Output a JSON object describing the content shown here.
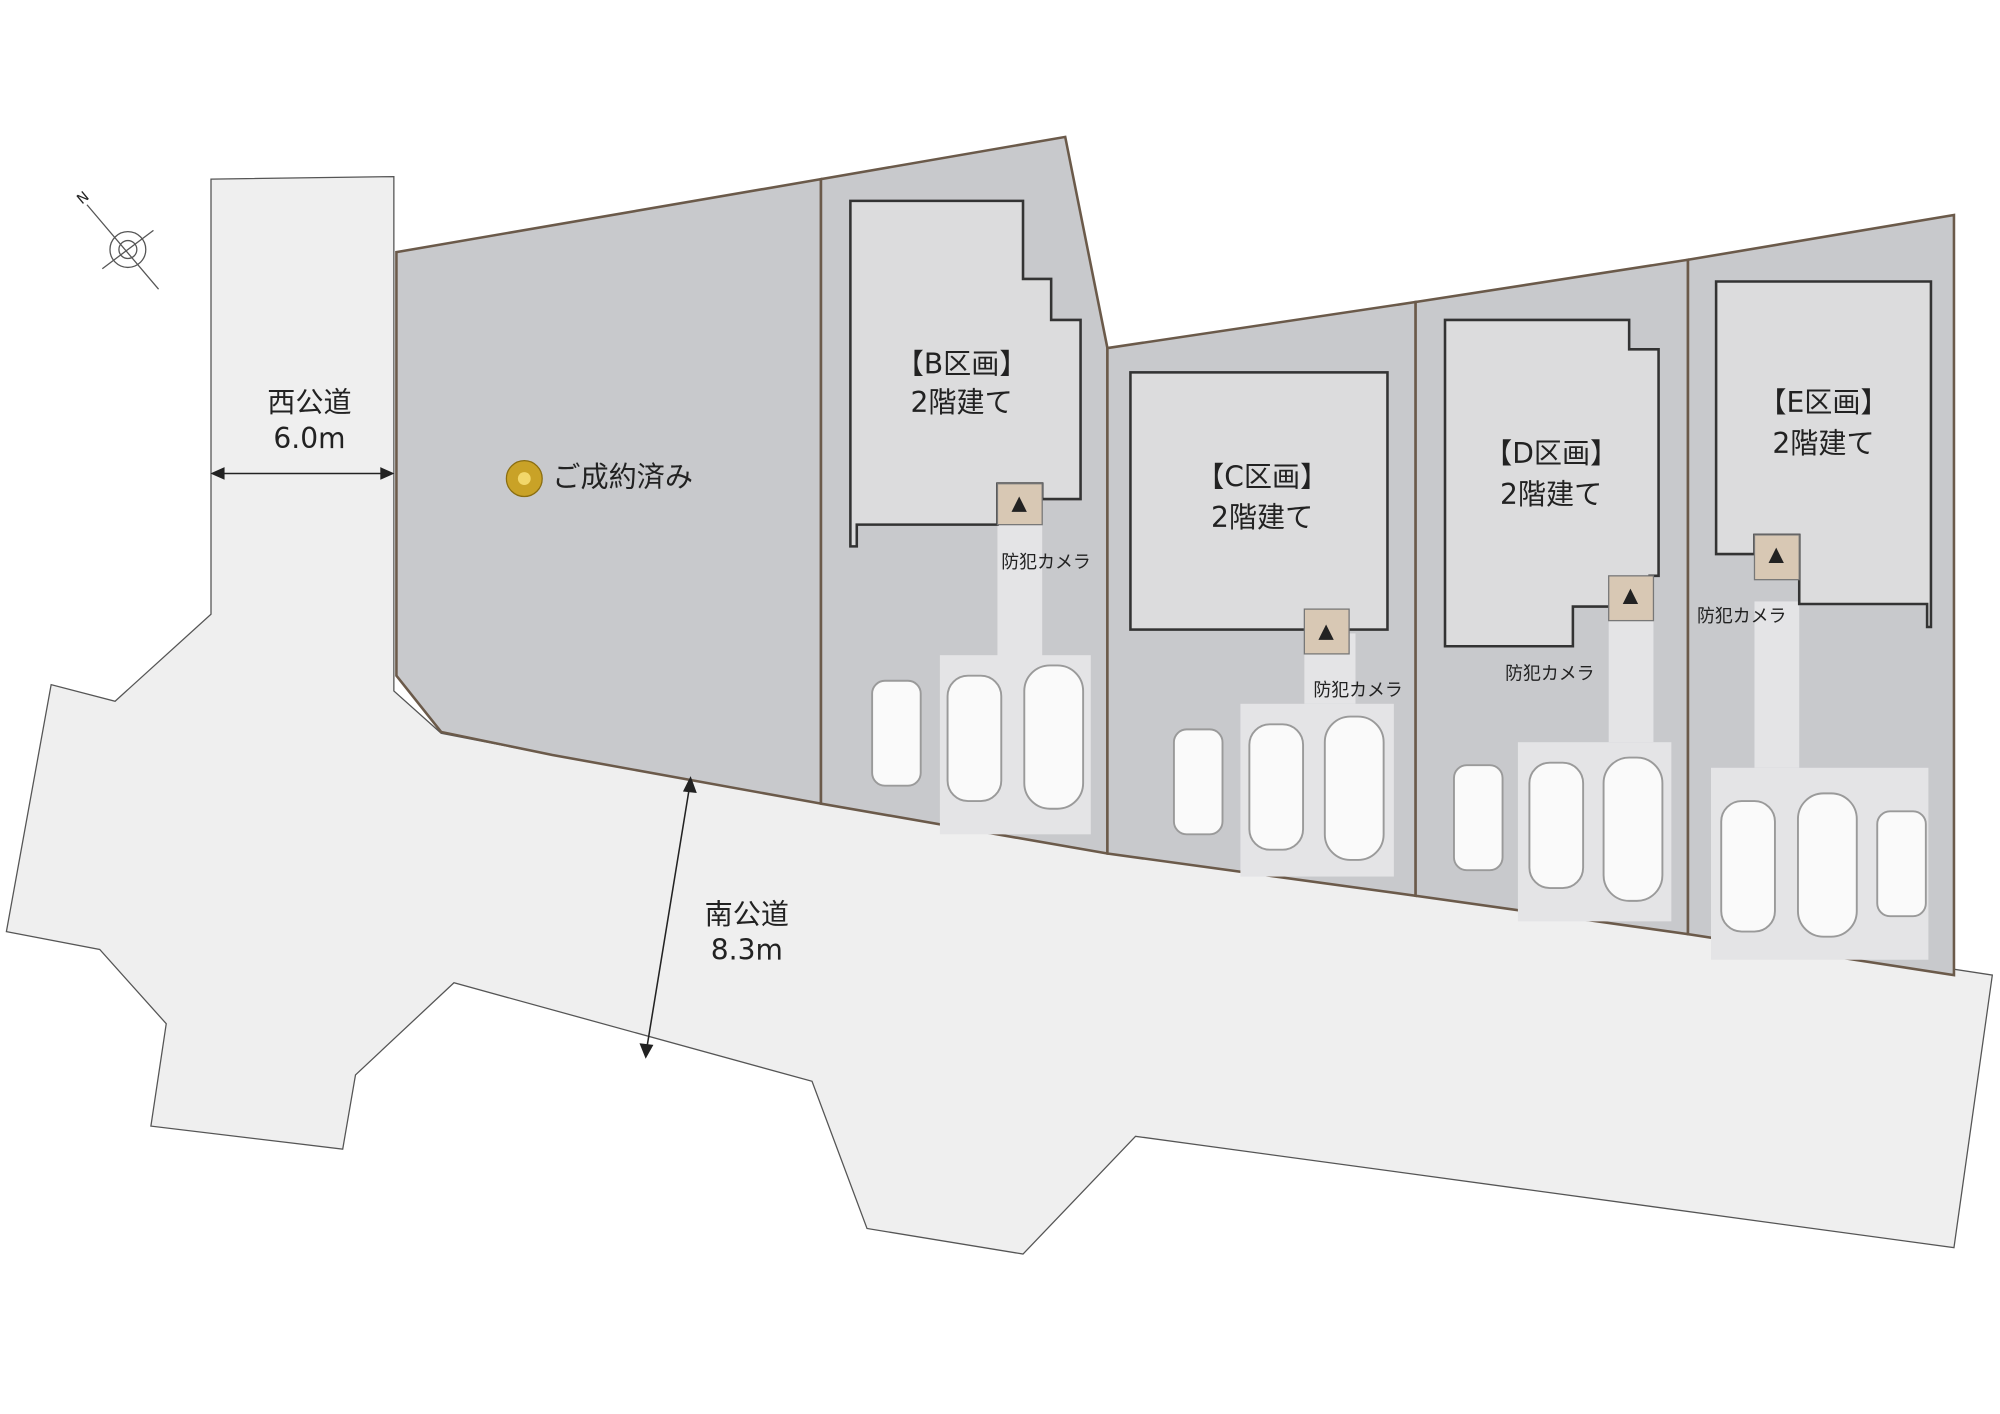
{
  "roads": {
    "west": {
      "name": "西公道",
      "width": "6.0m"
    },
    "south": {
      "name": "南公道",
      "width": "8.3m"
    }
  },
  "lots": {
    "a": {
      "status": "ご成約済み"
    },
    "b": {
      "name": "【B区画】",
      "type": "2階建て",
      "camera": "防犯カメラ"
    },
    "c": {
      "name": "【C区画】",
      "type": "2階建て",
      "camera": "防犯カメラ"
    },
    "d": {
      "name": "【D区画】",
      "type": "2階建て",
      "camera": "防犯カメラ"
    },
    "e": {
      "name": "【E区画】",
      "type": "2階建て",
      "camera": "防犯カメラ"
    }
  },
  "compass": {
    "label": "N"
  },
  "colors": {
    "road": "#efefef",
    "lot": "#c8c9cc",
    "building": "#dcdcdd",
    "boundary": "#6b5a4a",
    "sold_badge": "#c9a227"
  }
}
